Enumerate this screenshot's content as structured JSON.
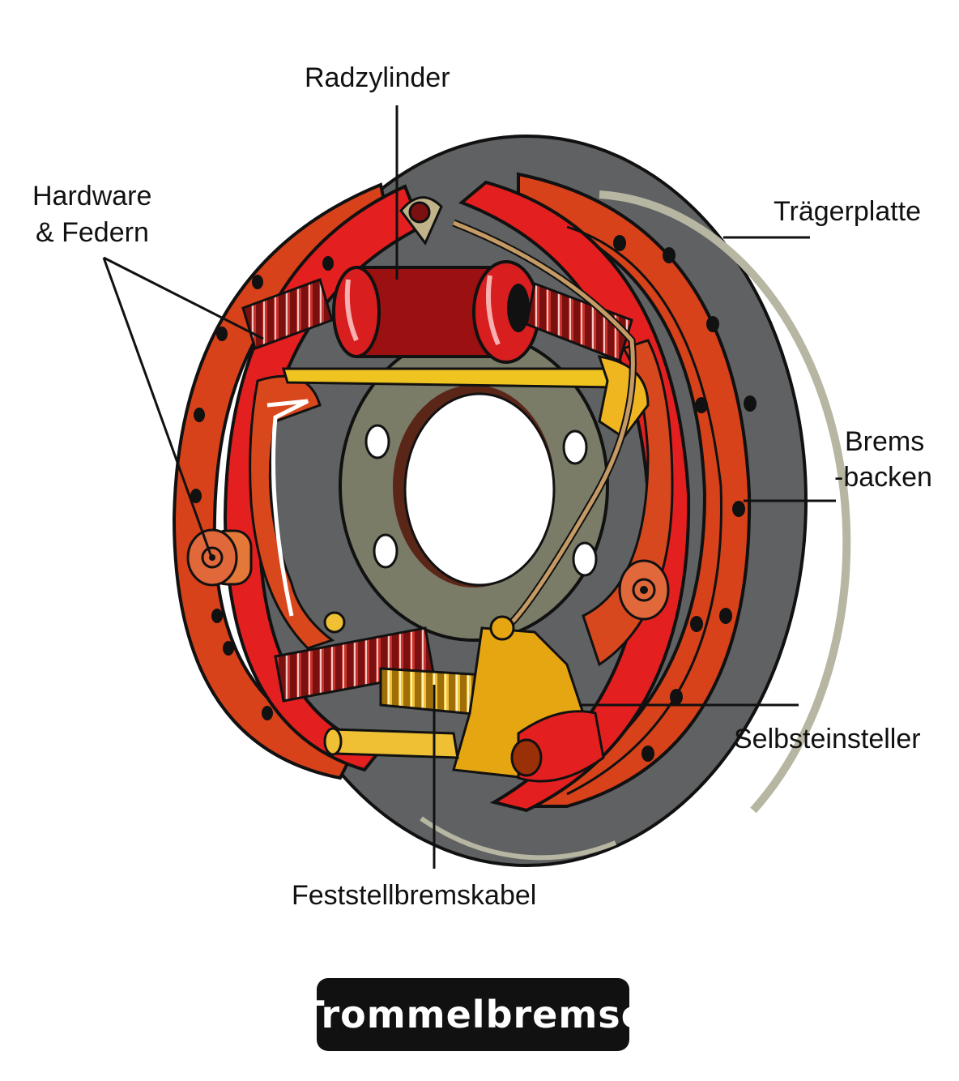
{
  "title": "Trommelbremse",
  "labels": {
    "wheel_cylinder": "Radzylinder",
    "hardware_line1": "Hardware",
    "hardware_line2": "& Federn",
    "backing_plate": "Trägerplatte",
    "shoes_line1": "Brems",
    "shoes_line2": "-backen",
    "self_adjuster": "Selbsteinsteller",
    "parking_cable": "Feststellbremskabel"
  },
  "colors": {
    "shoe_red": "#d81e1e",
    "lining_orange": "#d9421a",
    "backing_grey": "#5b5b5b",
    "hub_grey": "#777766",
    "spring_red": "#9a1a1a",
    "brass": "#e6a612"
  }
}
